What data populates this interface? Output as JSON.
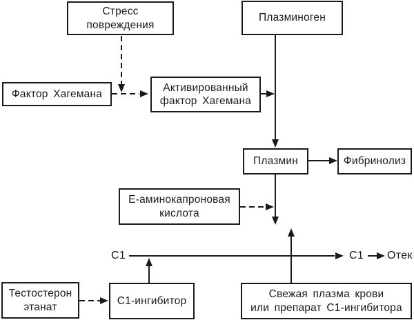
{
  "colors": {
    "ink": "#1a1a1a",
    "background": "#ffffff"
  },
  "diagram": {
    "type": "flowchart",
    "language": "ru",
    "boxes": {
      "stress": {
        "lines": [
          "Стресс",
          "повреждения"
        ]
      },
      "plasminogen": {
        "lines": [
          "Плазминоген"
        ]
      },
      "hageman_factor": {
        "lines": [
          "Фактор Хагемана"
        ]
      },
      "activated_hageman_factor": {
        "lines": [
          "Активированный",
          "фактор Хагемана"
        ]
      },
      "plasmin": {
        "lines": [
          "Плазмин"
        ]
      },
      "fibrinolysis": {
        "lines": [
          "Фибринолиз"
        ]
      },
      "aminocaproic_acid": {
        "lines": [
          "Е-аминокапроновая",
          "кислота"
        ]
      },
      "testosterone_enanthate": {
        "lines": [
          "Тестостерон",
          "этанат"
        ]
      },
      "c1_inhibitor": {
        "lines": [
          "С1-ингибитор"
        ]
      },
      "fresh_plasma": {
        "lines": [
          "Свежая плазма крови",
          "или препарат С1-ингибитора"
        ]
      }
    },
    "labels": {
      "c1_source": "С1",
      "c1_activated": "С1",
      "edema": "Отек"
    },
    "edges": [
      {
        "from": "stress",
        "to": "hageman_to_activated_line",
        "style": "dashed",
        "direction": "down"
      },
      {
        "from": "hageman_factor",
        "to": "activated_hageman_factor",
        "style": "dashed",
        "direction": "right"
      },
      {
        "from": "activated_hageman_factor",
        "to": "plasminogen_to_plasmin_line",
        "style": "solid",
        "direction": "right"
      },
      {
        "from": "plasminogen",
        "to": "plasmin",
        "style": "solid",
        "direction": "down"
      },
      {
        "from": "plasmin",
        "to": "fibrinolysis",
        "style": "solid",
        "direction": "right"
      },
      {
        "from": "plasmin",
        "to": "c1_conversion_point",
        "style": "solid",
        "direction": "down"
      },
      {
        "from": "aminocaproic_acid",
        "to": "plasmin_down_line",
        "style": "dashed",
        "direction": "right"
      },
      {
        "from": "c1_source",
        "to": "c1_activated",
        "style": "solid",
        "direction": "right"
      },
      {
        "from": "c1_activated",
        "to": "edema",
        "style": "solid",
        "direction": "right"
      },
      {
        "from": "c1_inhibitor",
        "to": "c1_line",
        "style": "solid",
        "direction": "up"
      },
      {
        "from": "fresh_plasma",
        "to": "c1_conversion_point",
        "style": "solid",
        "direction": "up"
      },
      {
        "from": "testosterone_enanthate",
        "to": "c1_inhibitor",
        "style": "dashed",
        "direction": "right"
      }
    ]
  }
}
